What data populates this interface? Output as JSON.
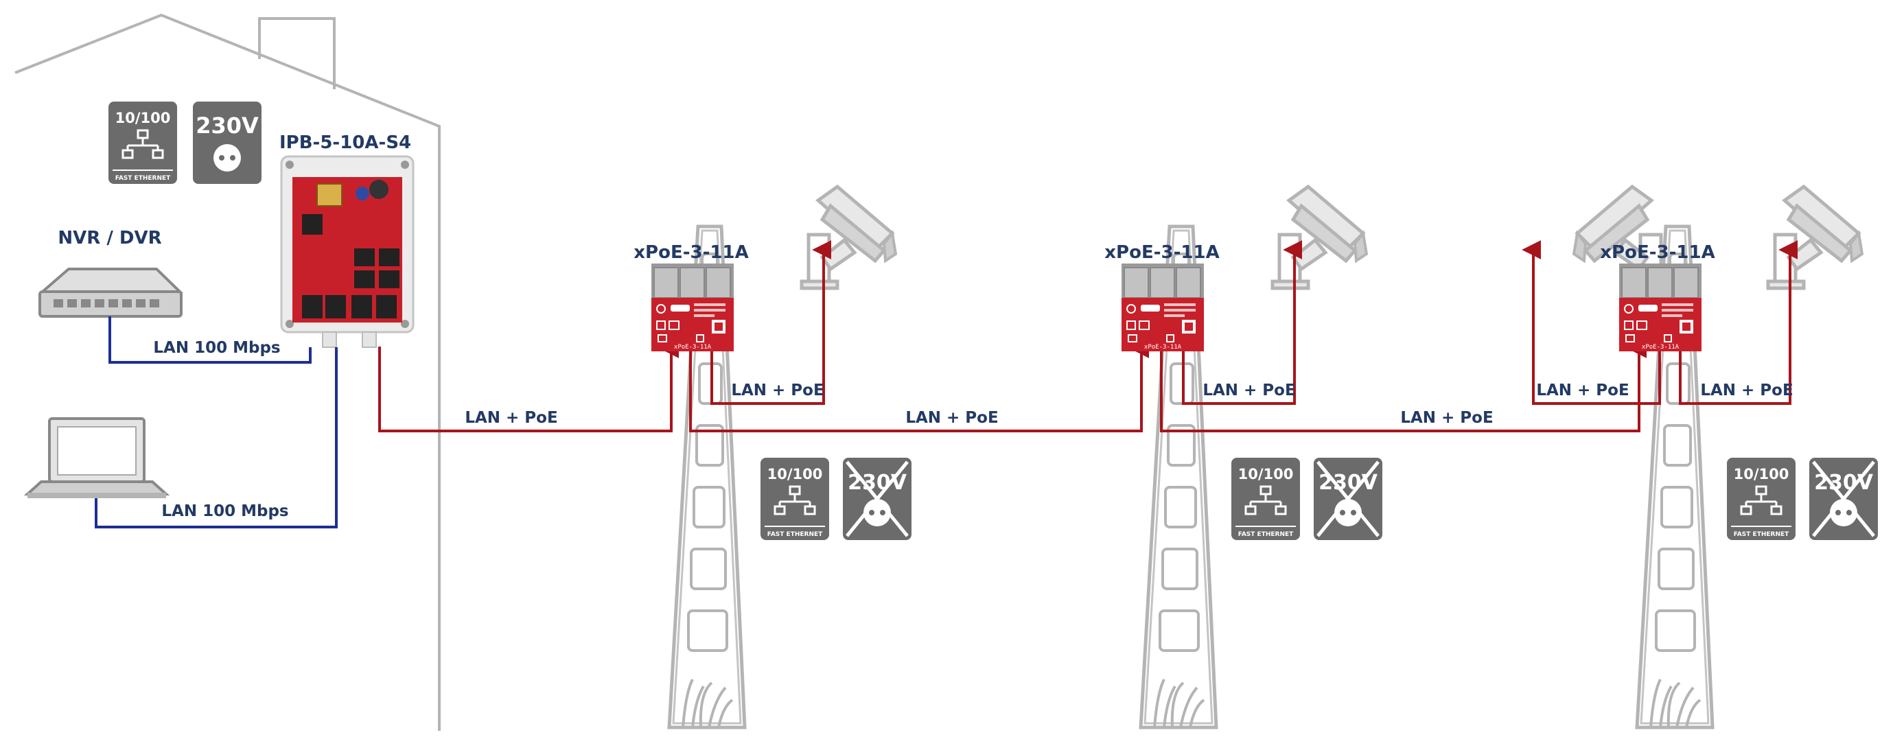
{
  "devices": {
    "injector": "IPB-5-10A-S4",
    "nvr": "NVR / DVR",
    "converter_1": "xPoE-3-11A",
    "converter_2": "xPoE-3-11A",
    "converter_3": "xPoE-3-11A"
  },
  "links": {
    "nvr_lan": "LAN 100 Mbps",
    "laptop_lan": "LAN 100 Mbps",
    "trunk_1": "LAN + PoE",
    "trunk_2": "LAN + PoE",
    "trunk_3": "LAN + PoE",
    "camera_1": "LAN + PoE",
    "camera_2": "LAN + PoE",
    "camera_3a": "LAN + PoE",
    "camera_3b": "LAN + PoE"
  },
  "badges": {
    "speed": "10/100",
    "speed_sub": "FAST ETHERNET",
    "power": "230V",
    "no_power": "230V"
  },
  "pcb_label": "xPoE-3-11A",
  "colors": {
    "poe_line": "#a8141b",
    "lan_line": "#1d2f94",
    "label": "#233a64",
    "badge_bg": "#6b6b6b",
    "outline": "#b4b4b4",
    "pcb": "#c8202a"
  }
}
